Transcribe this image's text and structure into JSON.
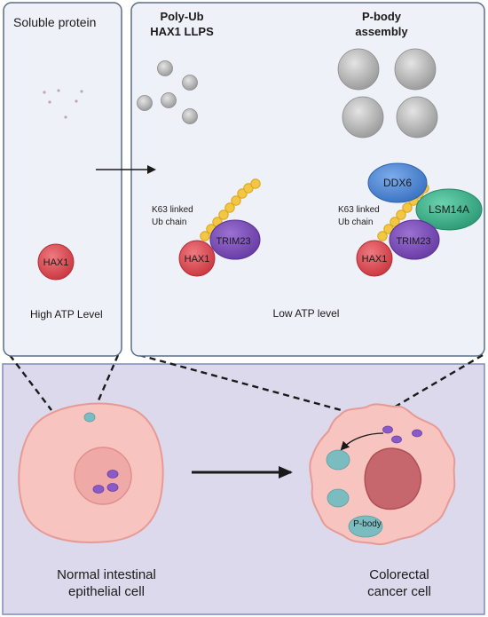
{
  "panels": {
    "soluble": {
      "title": "Soluble protein",
      "hax1": "HAX1",
      "atp": "High ATP Level"
    },
    "llps": {
      "title_line1": "Poly-Ub",
      "title_line2": "HAX1 LLPS",
      "pbody_line1": "P-body",
      "pbody_line2": "assembly",
      "chain_label_line1": "K63 linked",
      "chain_label_line2": "Ub chain",
      "trim23": "TRIM23",
      "hax1": "HAX1",
      "ddx6": "DDX6",
      "lsm14a": "LSM14A",
      "atp": "Low ATP level"
    }
  },
  "cells": {
    "normal_line1": "Normal intestinal",
    "normal_line2": "epithelial cell",
    "cancer_line1": "Colorectal",
    "cancer_line2": "cancer cell",
    "pbody": "P-body"
  },
  "colors": {
    "panel_bg": "#eef1f8",
    "panel_border": "#5b6e86",
    "bottom_bg": "#dcd9ec",
    "bottom_border": "#7e8cb6",
    "cell_fill": "#f7c4c0",
    "cell_stroke": "#e79a95",
    "nucleus": "#efa9a7",
    "cancer_nucleus": "#c5676c",
    "hax1": "#de4a52",
    "trim23": "#7c4cb8",
    "ub": "#f3c744",
    "ddx6": "#4f8ad6",
    "lsm14a": "#3fb891",
    "pbody": "#7bbcc0",
    "granule": "#8a5bc6",
    "droplet": "#b5b5b5"
  }
}
